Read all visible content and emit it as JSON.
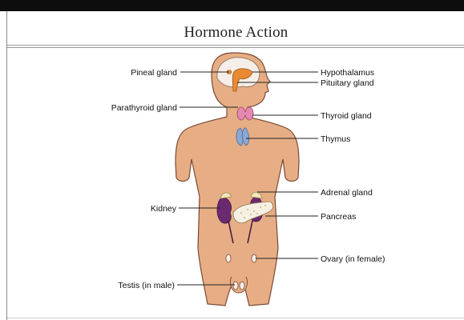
{
  "title": "Hormone Action",
  "labels": {
    "pineal": "Pineal gland",
    "hypothalamus": "Hypothalamus",
    "pituitary": "Pituitary gland",
    "parathyroid": "Parathyroid gland",
    "thyroid": "Thyroid gland",
    "thymus": "Thymus",
    "adrenal": "Adrenal gland",
    "kidney": "Kidney",
    "pancreas": "Pancreas",
    "ovary": "Ovary (in female)",
    "testis": "Testis (in male)"
  },
  "colors": {
    "skin": "#e7ad84",
    "outline": "#7a4a34",
    "brain": "#f6efe9",
    "hypothalamus": "#e88a32",
    "thyroid": "#e488b0",
    "thymus": "#8aa8d4",
    "kidney": "#6b2a6f",
    "adrenal": "#f3e6b8",
    "pancreas": "#f6f0e2"
  }
}
